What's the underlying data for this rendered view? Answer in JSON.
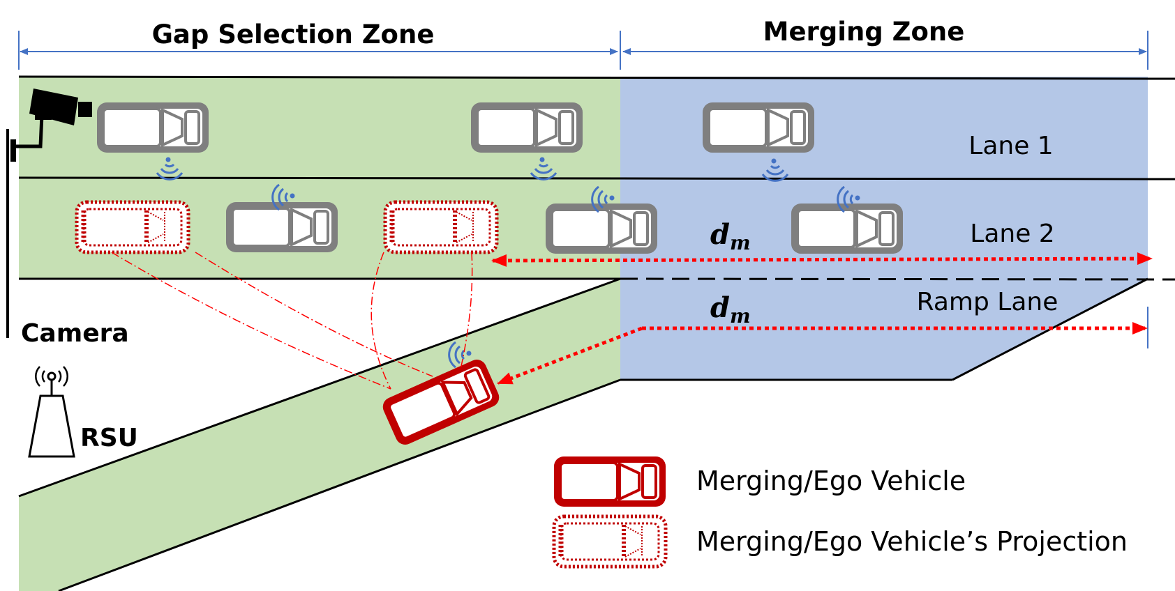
{
  "zones": {
    "gap_selection": "Gap Selection Zone",
    "merging": "Merging Zone"
  },
  "lanes": {
    "lane1": "Lane 1",
    "lane2": "Lane 2",
    "ramp": "Ramp Lane"
  },
  "labels": {
    "camera": "Camera",
    "rsu": "RSU",
    "dm_main": "d",
    "dm_sub": "m"
  },
  "legend": {
    "ego": "Merging/Ego Vehicle",
    "projection": "Merging/Ego Vehicle’s Projection"
  },
  "icons": [
    "camera-icon",
    "rsu-antenna-icon",
    "wifi-signal-icon",
    "car-icon"
  ],
  "colors": {
    "gap_zone": "#c6e0b4",
    "merging_zone": "#b4c7e7",
    "vehicle_gray": "#7f7f7f",
    "ego_red": "#c00000",
    "arrow_red": "#ff0000",
    "signal_blue": "#4472c4",
    "dimension_line": "#4472c4"
  }
}
